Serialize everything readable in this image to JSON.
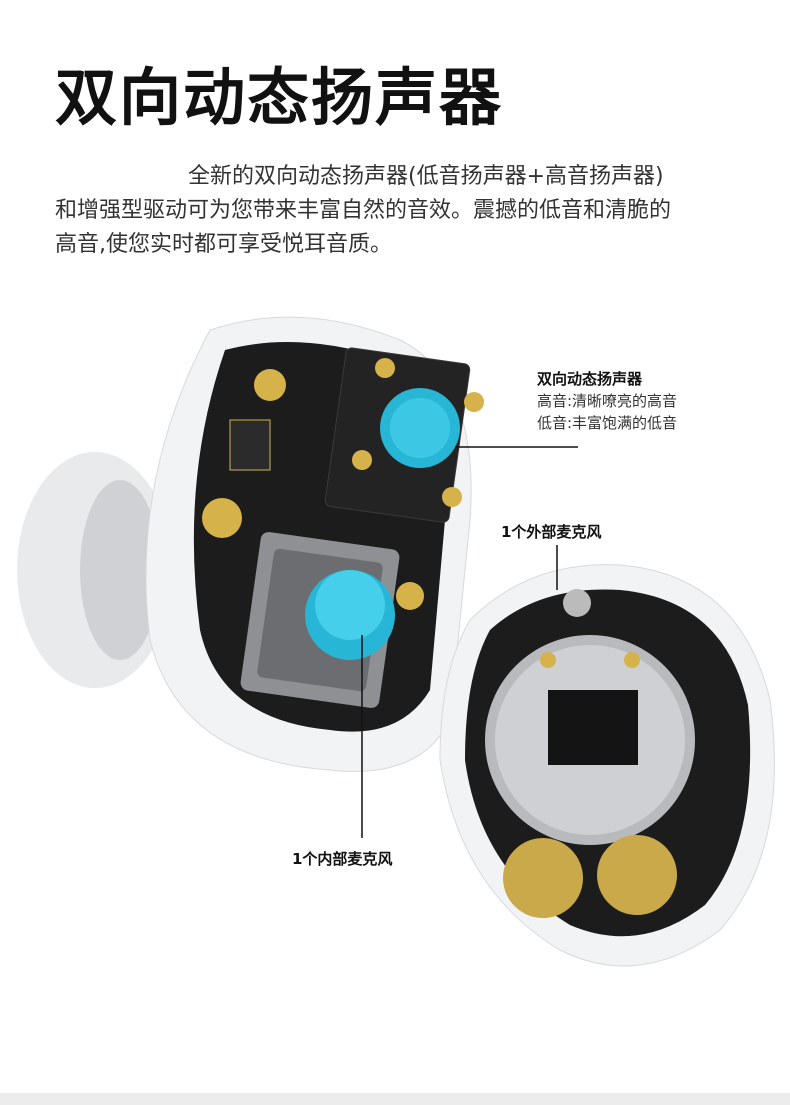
{
  "title": "双向动态扬声器",
  "description": {
    "line1": "全新的双向动态扬声器(低音扬声器+高音扬声器)",
    "line2": "和增强型驱动可为您带来丰富自然的音效。震撼的低音和清脆的",
    "line3": "高音,使您实时都可享受悦耳音质。"
  },
  "callouts": {
    "speaker_title": "双向动态扬声器",
    "tweeter": "高音:清晰嘹亮的高音",
    "woofer": "低音:丰富饱满的低音",
    "external_mic": "1个外部麦克风",
    "internal_mic": "1个内部麦克风"
  },
  "colors": {
    "driver_cyan": "#27b6d6",
    "gold": "#d6b24a",
    "board": "#1b1b1b"
  }
}
